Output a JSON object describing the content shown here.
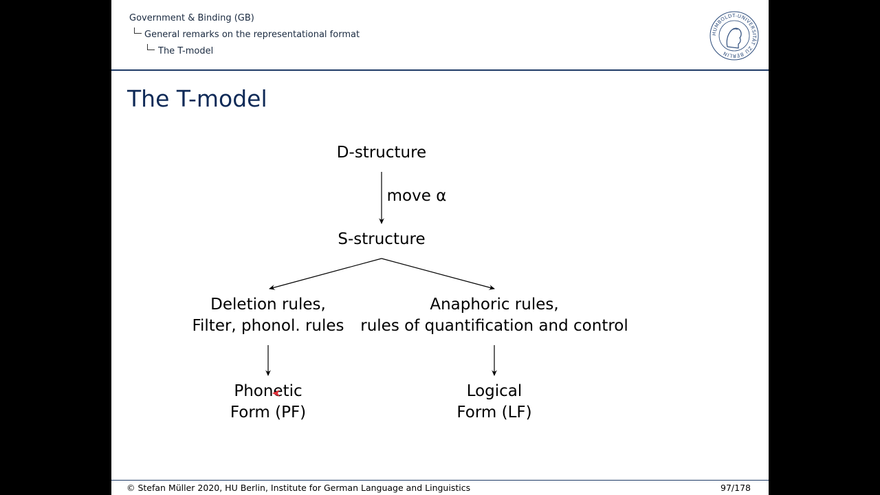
{
  "breadcrumb": {
    "level1": "Government & Binding (GB)",
    "level2": "General remarks on the representational format",
    "level3": "The T-model"
  },
  "logo": {
    "text": "HUMBOLDT-UNIVERSITÄT ZU BERLIN"
  },
  "slide": {
    "title": "The T-model"
  },
  "diagram": {
    "d_structure": "D-structure",
    "move_label": "move α",
    "s_structure": "S-structure",
    "left_rules_line1": "Deletion rules,",
    "left_rules_line2": "Filter, phonol. rules",
    "right_rules_line1": "Anaphoric rules,",
    "right_rules_line2": "rules of quantification and control",
    "pf_line1": "Phonetic",
    "pf_line2": "Form (PF)",
    "lf_line1": "Logical",
    "lf_line2": "Form (LF)"
  },
  "footer": {
    "copyright": "© Stefan Müller 2020, HU Berlin, Institute for German Language and Linguistics",
    "page": "97/178"
  },
  "colors": {
    "accent": "#1e3a66",
    "title": "#0f2a57",
    "pointer": "#e0303a"
  }
}
